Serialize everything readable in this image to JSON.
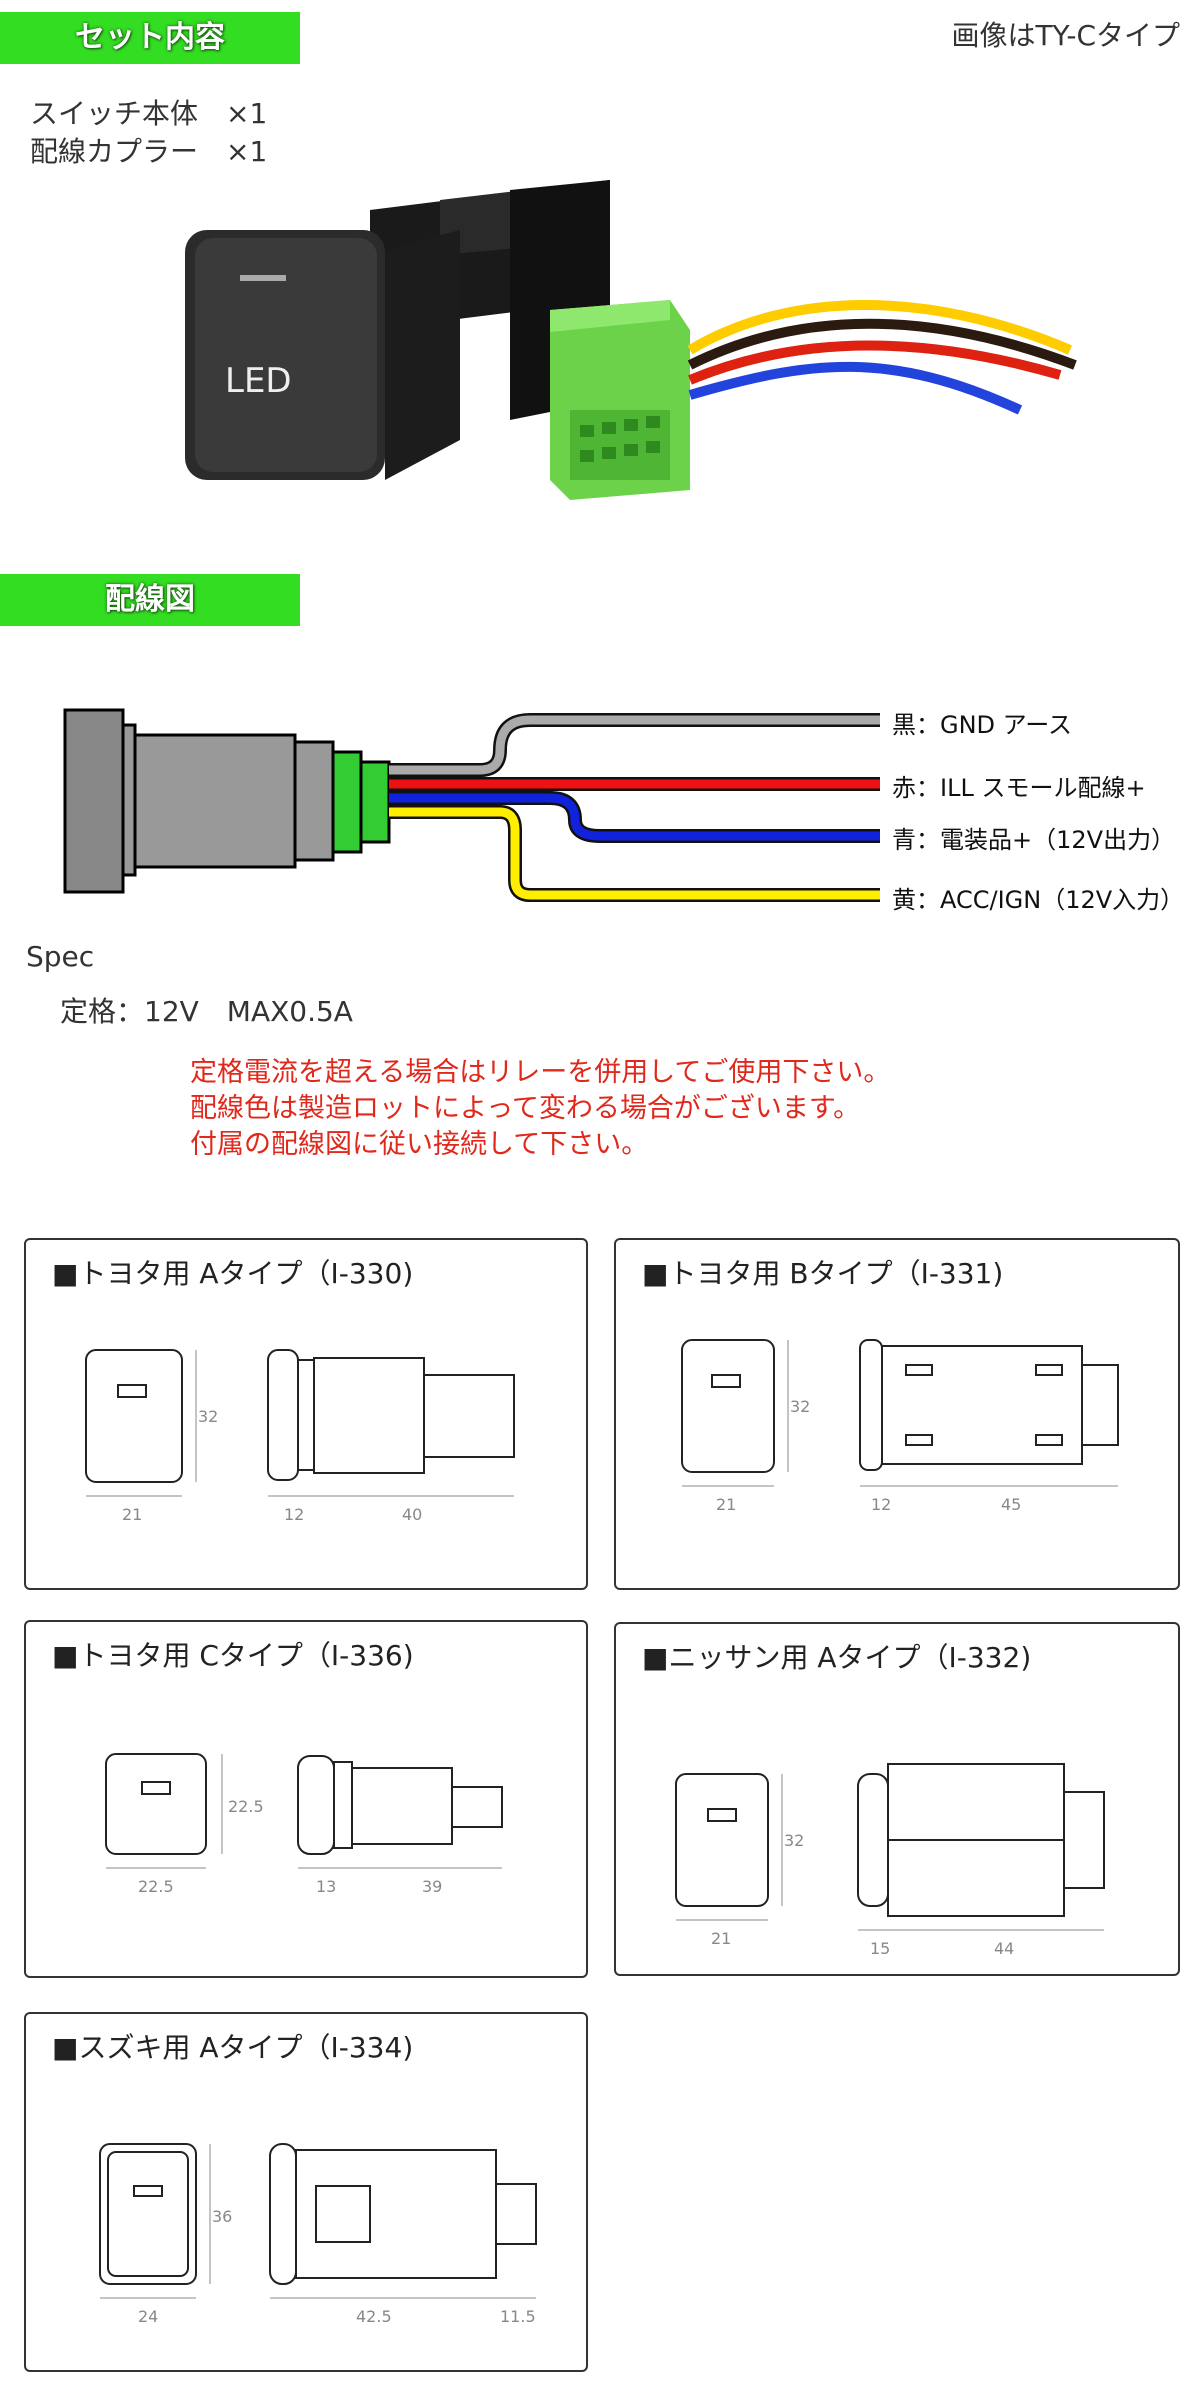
{
  "headings": {
    "set_contents": "セット内容",
    "wiring_diagram": "配線図"
  },
  "image_note": "画像はTY-Cタイプ",
  "set_items": [
    "スイッチ本体　×1",
    "配線カプラー　×1"
  ],
  "switch_face_label": "LED",
  "wires": [
    {
      "label": "黒：GND アース",
      "color": "#9a9a9a"
    },
    {
      "label": "赤：ILL スモール配線+",
      "color": "#ee1111"
    },
    {
      "label": "青：電装品+（12V出力）",
      "color": "#1122dd"
    },
    {
      "label": "黄：ACC/IGN（12V入力）",
      "color": "#ffee00"
    }
  ],
  "spec": {
    "title": "Spec",
    "rating": "定格：12V　MAX0.5A"
  },
  "notes": [
    "定格電流を超える場合はリレーを併用してご使用下さい。",
    "配線色は製造ロットによって変わる場合がございます。",
    "付属の配線図に従い接続して下さい。"
  ],
  "panels": [
    {
      "title": "■トヨタ用 Aタイプ（I-330)",
      "dims": [
        "32",
        "21",
        "12",
        "40"
      ]
    },
    {
      "title": "■トヨタ用 Bタイプ（I-331)",
      "dims": [
        "32",
        "21",
        "12",
        "45"
      ]
    },
    {
      "title": "■トヨタ用 Cタイプ（I-336)",
      "dims": [
        "22.5",
        "22.5",
        "13",
        "39"
      ]
    },
    {
      "title": "■ニッサン用 Aタイプ（I-332)",
      "dims": [
        "32",
        "21",
        "15",
        "44"
      ]
    },
    {
      "title": "■スズキ用 Aタイプ（I-334)",
      "dims": [
        "36",
        "24",
        "42.5",
        "11.5"
      ]
    }
  ]
}
